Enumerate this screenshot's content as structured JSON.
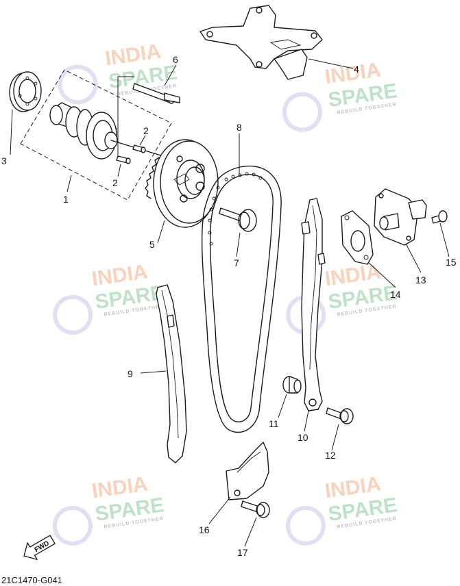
{
  "diagram_code": "21C1470-G041",
  "fwd_label": "FWD",
  "watermark": {
    "line1": "INDIA",
    "line2": "SPARE",
    "tagline": "REBUILD TOGETHER"
  },
  "callouts": [
    "1",
    "2",
    "2",
    "3",
    "4",
    "5",
    "6",
    "7",
    "8",
    "9",
    "10",
    "11",
    "12",
    "13",
    "14",
    "15",
    "16",
    "17"
  ]
}
